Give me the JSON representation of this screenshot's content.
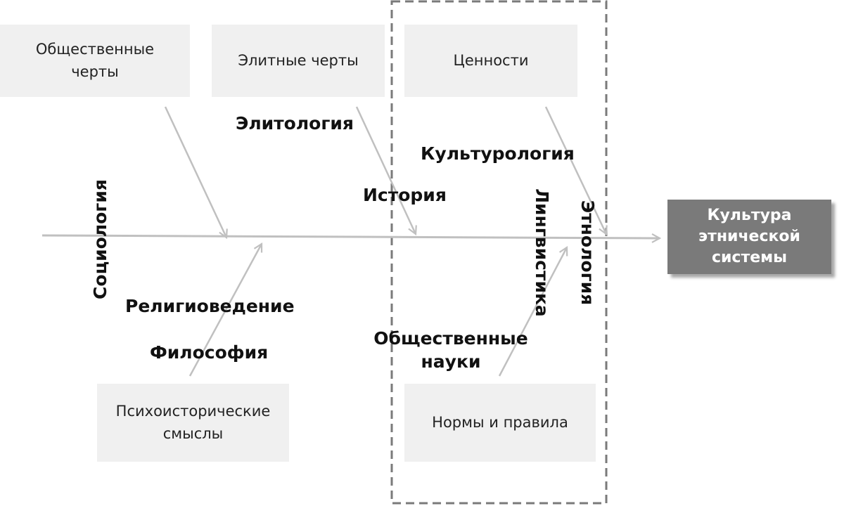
{
  "diagram": {
    "boxes": {
      "social_traits": "Общественные\nчерты",
      "elite_traits": "Элитные черты",
      "values": "Ценности",
      "psychohistorical": "Психоисторические\nсмыслы",
      "norms": "Нормы и правила"
    },
    "target": "Культура\nэтнической\nсистемы",
    "disciplines": {
      "sociology": "Социология",
      "elitology": "Элитология",
      "culturology": "Культурология",
      "history": "История",
      "linguistics": "Лингвистика",
      "ethnology": "Этнология",
      "religious_studies": "Религиоведение",
      "philosophy": "Философия",
      "social_sciences": "Общественные\nнауки"
    },
    "colors": {
      "arrow": "#c0c0c0",
      "box_fill": "#f0f0f0",
      "target_fill": "#7a7a7a",
      "dashed_border": "#7a7a7a"
    }
  }
}
